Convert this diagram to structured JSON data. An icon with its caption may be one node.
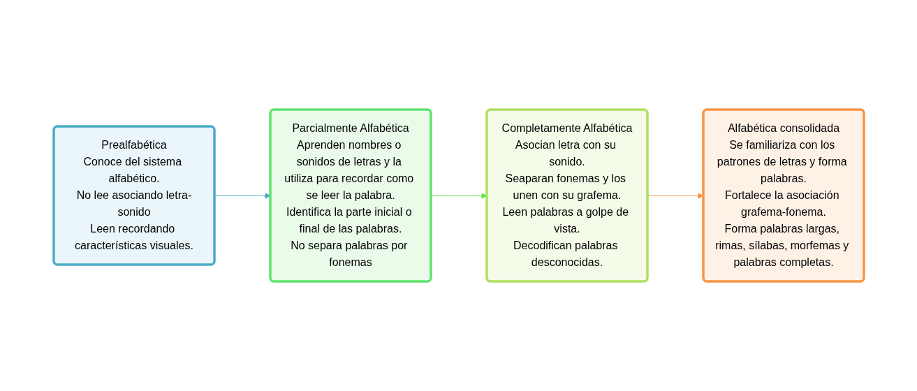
{
  "diagram": {
    "nodes": [
      {
        "text": [
          "Prealfabética",
          "Conoce del sistema alfabético.",
          "No lee asociando letra-sonido",
          "Leen recordando características visuales."
        ]
      },
      {
        "text": [
          "Parcialmente Alfabética",
          "Aprenden nombres o sonidos de letras y la utiliza para recordar como se leer la palabra.",
          "Identifica la parte inicial o final de las palabras.",
          "No separa palabras por fonemas"
        ]
      },
      {
        "text": [
          "Completamente Alfabética",
          "Asocian letra con su sonido.",
          "Seaparan fonemas y los unen con su grafema.",
          "Leen palabras a golpe de vista.",
          "Decodifican palabras desconocidas."
        ]
      },
      {
        "text": [
          "Alfabética consolidada",
          "Se familiariza con los patrones de letras y forma palabras.",
          "Fortalece la asociación grafema-fonema.",
          "Forma palabras largas, rimas, sílabas, morfemas y palabras completas."
        ]
      }
    ],
    "edges": [
      {
        "from": 0,
        "to": 1,
        "arrow": "to",
        "color": "#4bacc6"
      },
      {
        "from": 1,
        "to": 2,
        "arrow": "to",
        "color": "#5ee34f"
      },
      {
        "from": 2,
        "to": 3,
        "arrow": "to",
        "color": "#f79646"
      }
    ]
  }
}
